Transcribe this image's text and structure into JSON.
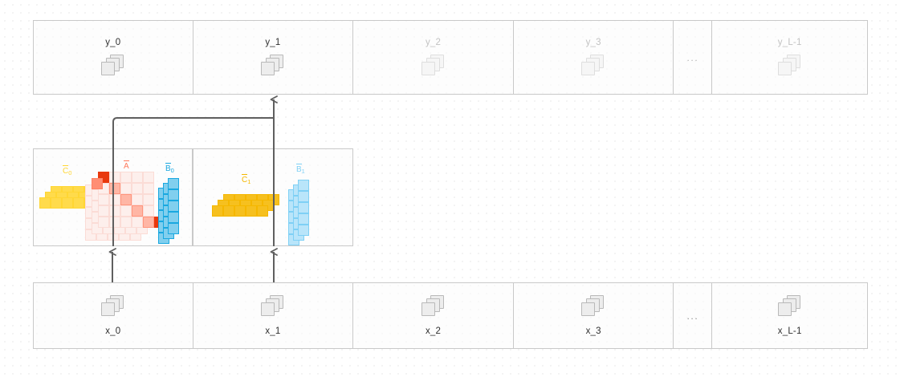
{
  "diagram": {
    "title": "selective-state-space-scan-unrolled",
    "colors": {
      "stroke": "#c9c9c9",
      "wire": "#5f5f5f",
      "label_dark": "#2f2f2f",
      "label_faded": "#c2c2c2",
      "C": "#ffd633",
      "C_alt": "#f5b700",
      "A": "#ff7a5c",
      "A_dark": "#e8380d",
      "A_light": "#fdefec",
      "B": "#1aa8e0",
      "B_alt": "#7fd0f5",
      "icon_gray": "#ededed"
    }
  },
  "output_row": {
    "name": "outputs",
    "cells": [
      {
        "label": "y_0",
        "faded": false,
        "icon": "stacked-pages-icon",
        "type": "state"
      },
      {
        "label": "y_1",
        "faded": false,
        "icon": "stacked-pages-icon",
        "type": "state"
      },
      {
        "label": "y_2",
        "faded": true,
        "icon": "stacked-pages-icon",
        "type": "state"
      },
      {
        "label": "y_3",
        "faded": true,
        "icon": "stacked-pages-icon",
        "type": "state"
      },
      {
        "label": "...",
        "faded": true,
        "icon": "",
        "type": "ellipsis"
      },
      {
        "label": "y_L-1",
        "faded": true,
        "icon": "stacked-pages-icon",
        "type": "state"
      }
    ]
  },
  "input_row": {
    "name": "inputs",
    "cells": [
      {
        "label": "x_0",
        "faded": false,
        "icon": "stacked-pages-icon",
        "type": "state"
      },
      {
        "label": "x_1",
        "faded": false,
        "icon": "stacked-pages-icon",
        "type": "state"
      },
      {
        "label": "x_2",
        "faded": false,
        "icon": "stacked-pages-icon",
        "type": "state"
      },
      {
        "label": "x_3",
        "faded": false,
        "icon": "stacked-pages-icon",
        "type": "state"
      },
      {
        "label": "...",
        "faded": false,
        "icon": "",
        "type": "ellipsis"
      },
      {
        "label": "x_L-1",
        "faded": false,
        "icon": "stacked-pages-icon",
        "type": "state"
      }
    ]
  },
  "op_boxes": [
    {
      "name": "step-0",
      "tensors": [
        {
          "symbol": "C",
          "bar": true,
          "sub": "0",
          "color": "#ffd633",
          "shape": "row-vector-stack"
        },
        {
          "symbol": "A",
          "bar": true,
          "sub": "",
          "color": "#ff7a5c",
          "shape": "matrix-stack"
        },
        {
          "symbol": "B",
          "bar": true,
          "sub": "0",
          "color": "#1aa8e0",
          "shape": "col-vector-stack"
        }
      ]
    },
    {
      "name": "step-1",
      "tensors": [
        {
          "symbol": "C",
          "bar": true,
          "sub": "1",
          "color": "#f5b700",
          "shape": "row-vector-stack"
        },
        {
          "symbol": "B",
          "bar": true,
          "sub": "1",
          "color": "#7fd0f5",
          "shape": "col-vector-stack"
        }
      ]
    }
  ],
  "connectors": [
    {
      "name": "x0-to-step0",
      "from": "x_0",
      "to": "step-0",
      "arrow": "up"
    },
    {
      "name": "x1-to-step1",
      "from": "x_1",
      "to": "step-1",
      "arrow": "up"
    },
    {
      "name": "step0-to-y1",
      "from": "step-0",
      "to": "y_1",
      "arrow": "up-right"
    },
    {
      "name": "step1-to-y1",
      "from": "step-1",
      "to": "y_1",
      "arrow": "up"
    }
  ]
}
